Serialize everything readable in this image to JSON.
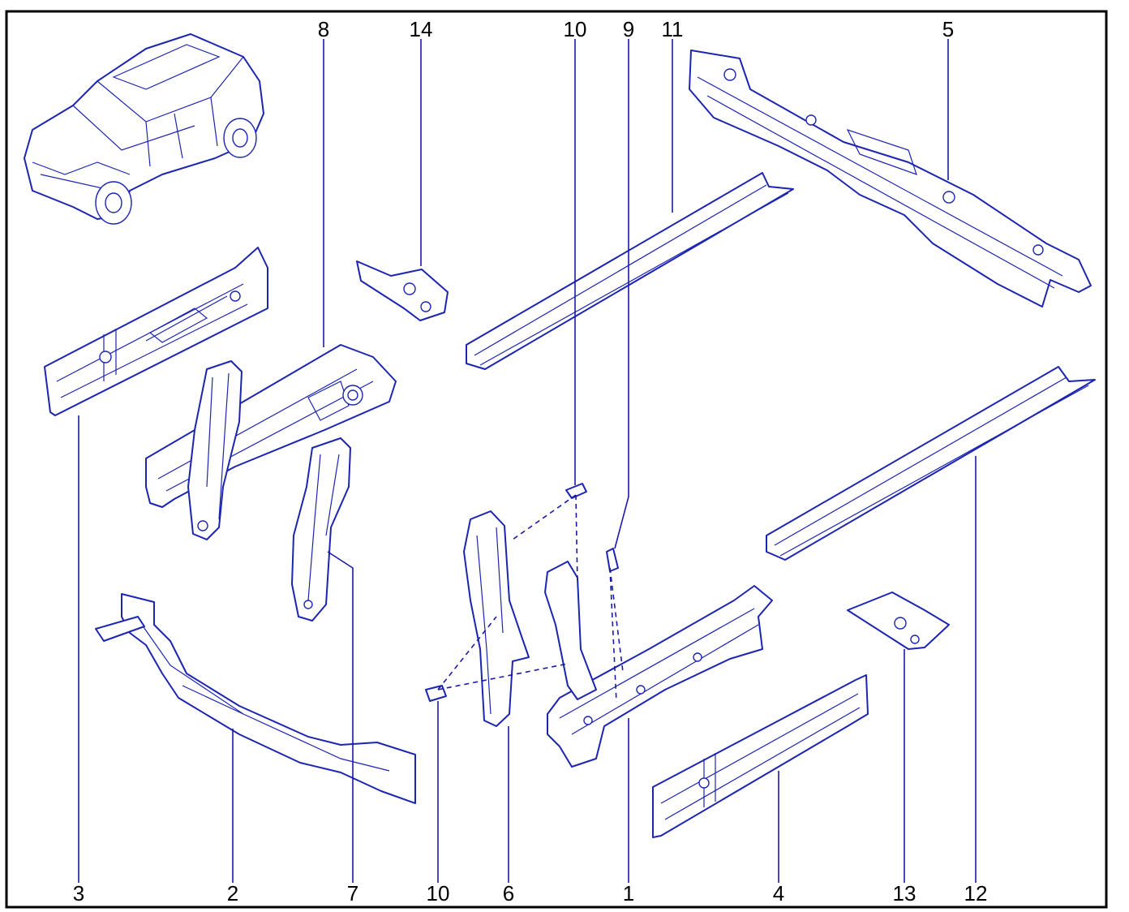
{
  "callouts": {
    "c1": "1",
    "c2": "2",
    "c3": "3",
    "c4": "4",
    "c5": "5",
    "c6": "6",
    "c7": "7",
    "c8": "8",
    "c9": "9",
    "c10_top": "10",
    "c10_bottom": "10",
    "c11": "11",
    "c12": "12",
    "c13": "13",
    "c14": "14"
  },
  "colors": {
    "line_art": "#1c25b0",
    "frame": "#000000",
    "background": "#ffffff"
  }
}
